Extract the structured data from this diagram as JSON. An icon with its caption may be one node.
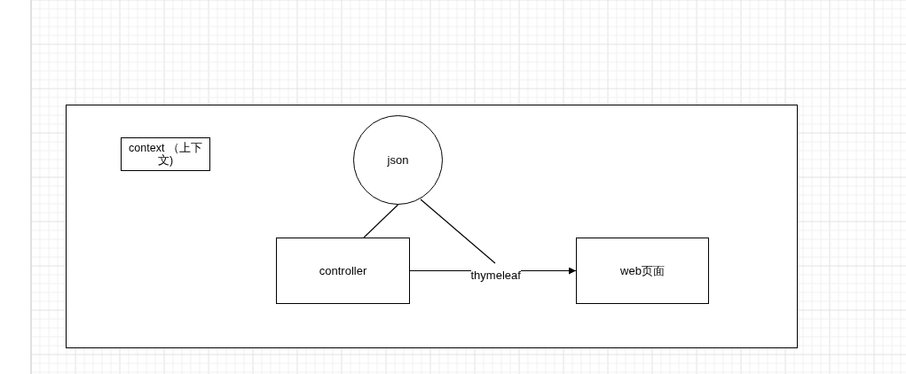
{
  "diagram": {
    "nodes": [
      {
        "text": [],
        "shape": "box"
      },
      {
        "text": [
          "context （上下文)"
        ],
        "in": 0
      },
      {
        "text": [
          "json"
        ],
        "in": 0
      },
      {
        "text": [
          "controller"
        ],
        "in": 0
      },
      {
        "text": [
          "web页面"
        ],
        "in": 0
      }
    ],
    "edges": [
      {
        "from": 3,
        "to": 4,
        "arrow": "to",
        "label": "thymeleaf"
      },
      {
        "from": 3,
        "to": 2,
        "arrow": "none"
      },
      {
        "from": 2,
        "to": null,
        "arrow": "none"
      }
    ]
  }
}
